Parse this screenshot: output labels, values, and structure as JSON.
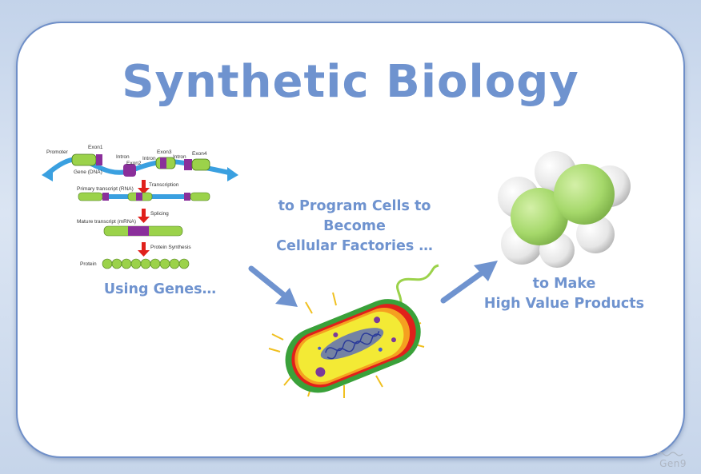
{
  "title": "Synthetic Biology",
  "captions": {
    "genes": "Using Genes…",
    "cells_line1": "to Program Cells to",
    "cells_line2": "Become",
    "cells_line3": "Cellular Factories …",
    "products_line1": "to Make",
    "products_line2": "High Value Products"
  },
  "gene_diagram": {
    "promoter": "Promoter",
    "exon1": "Exon1",
    "intron_a": "Intron",
    "exon2": "Exon2",
    "intron_b": "Intron",
    "exon3": "Exon3",
    "intron_c": "Intron",
    "exon4": "Exon4",
    "gene_dna": "Gene (DNA)",
    "transcription": "Transcription",
    "primary_transcript": "Primary transcript (RNA)",
    "splicing": "Splicing",
    "mature_transcript": "Mature transcript (mRNA)",
    "protein_synthesis": "Protein Synthesis",
    "protein": "Protein"
  },
  "brand": "Gen9",
  "colors": {
    "title_blue": "#6f93cf",
    "exon_green": "#9bd24a",
    "intron_purple": "#8a2f9a",
    "arrow_red": "#e0201b",
    "bacterium_outer": "#3aa13a",
    "bacterium_inner": "#f3ea35",
    "molecule_green": "#a5d86a"
  }
}
